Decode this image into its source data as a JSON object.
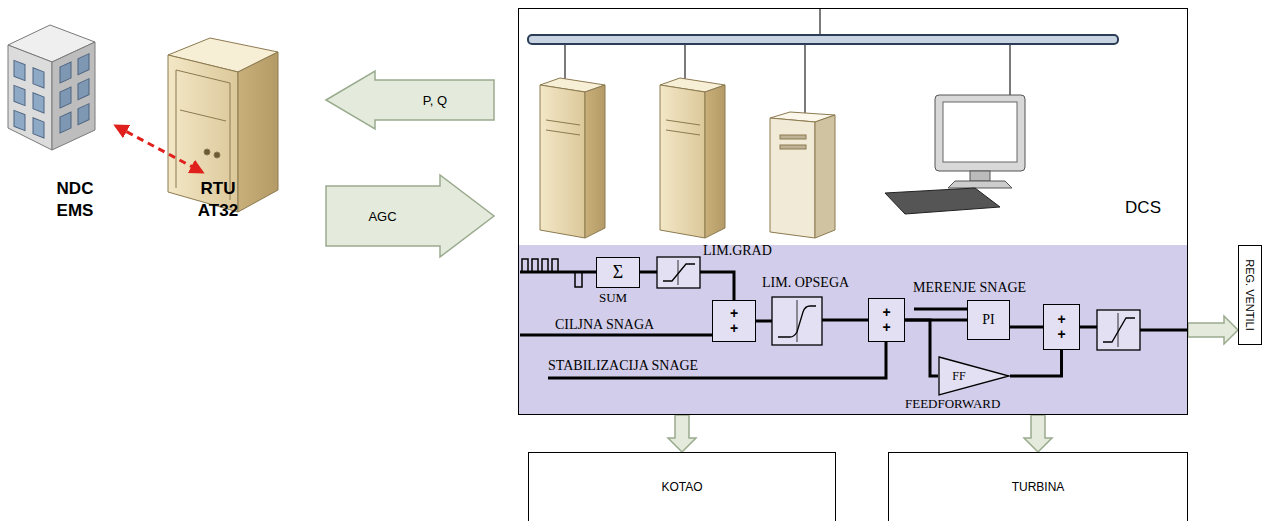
{
  "diagram": {
    "nodes": [
      {
        "text": [
          "P, Q"
        ]
      },
      {
        "text": [
          "AGC"
        ]
      },
      {
        "text": [
          "DCS"
        ]
      },
      {
        "text": [
          "Σ"
        ],
        "in": 2
      },
      {
        "text": [
          "+ +"
        ],
        "in": 2
      },
      {
        "text": [
          "+ +"
        ],
        "in": 2
      },
      {
        "text": [
          "PI"
        ],
        "in": 2
      },
      {
        "text": [
          "FF"
        ],
        "in": 2
      },
      {
        "text": [
          "+ +"
        ],
        "in": 2
      },
      {
        "text": [
          "REG. VENTILI"
        ]
      },
      {
        "text": [
          "KOTAO"
        ]
      },
      {
        "text": [
          "TURBINA"
        ]
      }
    ],
    "edges": [
      {
        "from": 5,
        "to": 6,
        "arrow": "none"
      },
      {
        "from": 5,
        "to": 7,
        "arrow": "none"
      },
      {
        "from": 7,
        "to": 8,
        "arrow": "none"
      },
      {
        "from": 6,
        "to": 8,
        "arrow": "none"
      },
      {
        "from": 2,
        "to": 9,
        "arrow": "to"
      },
      {
        "from": 2,
        "to": 10,
        "arrow": "to"
      },
      {
        "from": 2,
        "to": 11,
        "arrow": "to"
      }
    ],
    "labels": [
      "NDC EMS",
      "RTU AT32",
      "LIM.GRAD",
      "SUM",
      "CILJNA SNAGA",
      "LIM. OPSEGA",
      "MERENJE SNAGE",
      "STABILIZACIJA SNAGE",
      "FEEDFORWARD"
    ]
  }
}
